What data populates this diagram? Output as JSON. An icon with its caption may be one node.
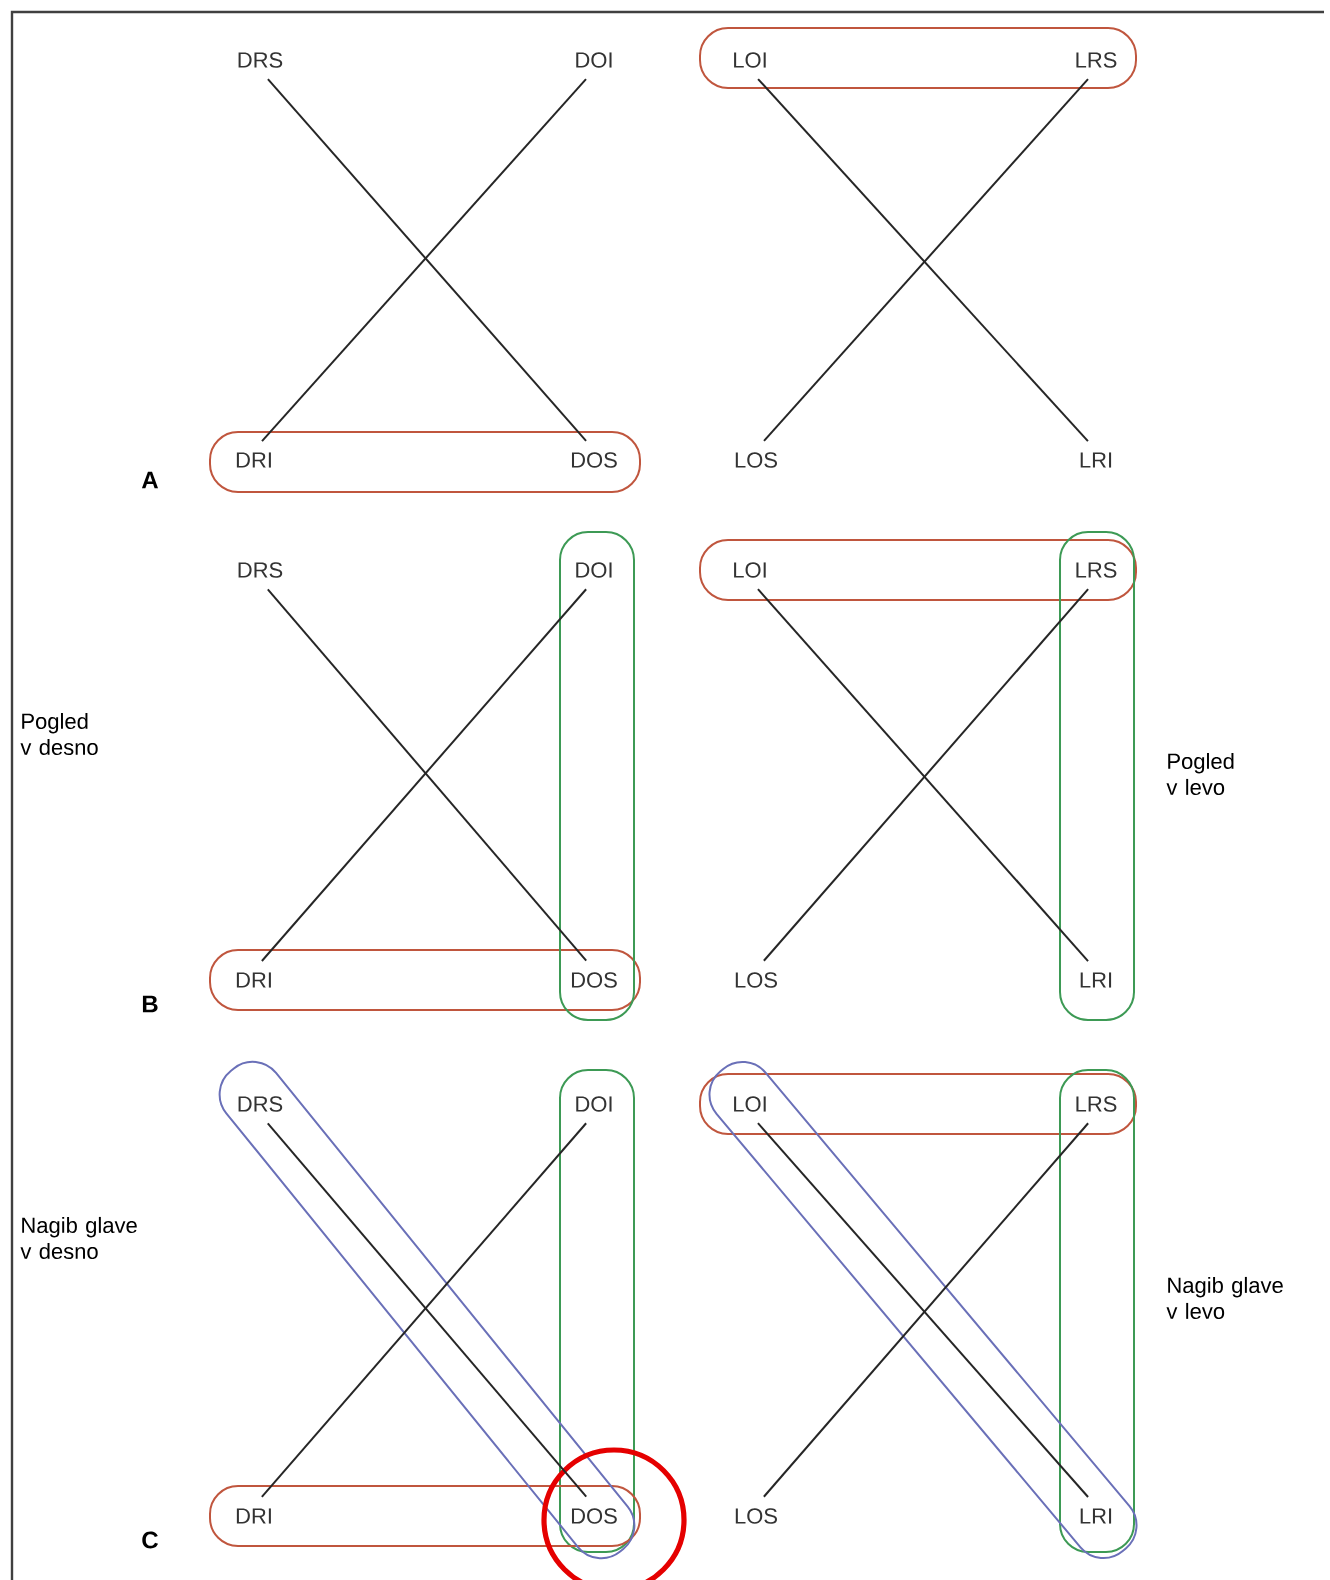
{
  "diagram": {
    "nodes": [
      {
        "text": [
          "DRS"
        ]
      },
      {
        "text": [
          "DOI"
        ]
      },
      {
        "text": [
          "LOI"
        ]
      },
      {
        "text": [
          "LRS"
        ]
      },
      {
        "text": [
          "DRI"
        ]
      },
      {
        "text": [
          "DOS"
        ]
      },
      {
        "text": [
          "LOS"
        ]
      },
      {
        "text": [
          "LRI"
        ]
      },
      {
        "text": [
          "DRS"
        ]
      },
      {
        "text": [
          "DOI"
        ]
      },
      {
        "text": [
          "LOI"
        ]
      },
      {
        "text": [
          "LRS"
        ]
      },
      {
        "text": [
          "DRI"
        ]
      },
      {
        "text": [
          "DOS"
        ]
      },
      {
        "text": [
          "LOS"
        ]
      },
      {
        "text": [
          "LRI"
        ]
      },
      {
        "text": [
          "DRS"
        ]
      },
      {
        "text": [
          "DOI"
        ]
      },
      {
        "text": [
          "LOI"
        ]
      },
      {
        "text": [
          "LRS"
        ]
      },
      {
        "text": [
          "DRI"
        ]
      },
      {
        "text": [
          "DOS"
        ]
      },
      {
        "text": [
          "LOS"
        ]
      },
      {
        "text": [
          "LRI"
        ]
      }
    ],
    "edges": [
      {
        "from": 0,
        "to": 5,
        "arrow": "none"
      },
      {
        "from": 1,
        "to": 4,
        "arrow": "none"
      },
      {
        "from": 2,
        "to": 7,
        "arrow": "none"
      },
      {
        "from": 3,
        "to": 6,
        "arrow": "none"
      },
      {
        "from": 8,
        "to": 13,
        "arrow": "none"
      },
      {
        "from": 9,
        "to": 12,
        "arrow": "none"
      },
      {
        "from": 10,
        "to": 15,
        "arrow": "none"
      },
      {
        "from": 11,
        "to": 14,
        "arrow": "none"
      },
      {
        "from": 16,
        "to": 21,
        "arrow": "none"
      },
      {
        "from": 17,
        "to": 20,
        "arrow": "none"
      },
      {
        "from": 18,
        "to": 23,
        "arrow": "none"
      },
      {
        "from": 19,
        "to": 22,
        "arrow": "none"
      }
    ],
    "labels": [
      "A",
      "Pogled v desno",
      "Pogled v levo",
      "B",
      "Nagib glave v desno",
      "Nagib glave v levo",
      "C"
    ]
  }
}
